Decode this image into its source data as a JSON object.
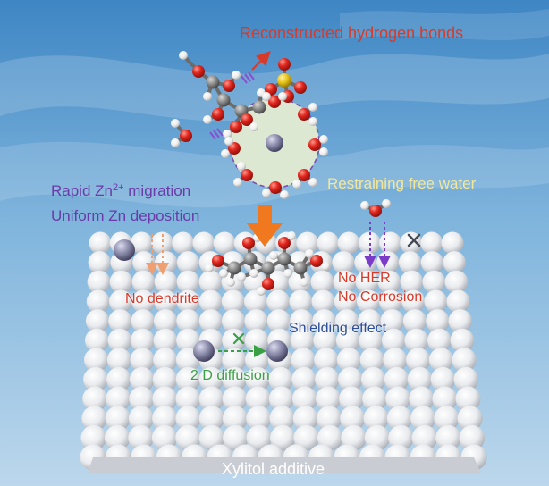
{
  "labels": {
    "hydrogen_bonds": "Reconstructed hydrogen bonds",
    "rapid_pre": "Rapid Zn",
    "rapid_sup": "2+",
    "rapid_post": " migration",
    "uniform": "Uniform Zn deposition",
    "restraining": "Restraining free water",
    "no_dendrite": "No dendrite",
    "no_her": "No HER",
    "no_corrosion": "No Corrosion",
    "shielding": "Shielding effect",
    "diffusion": "2 D diffusion",
    "xylitol": "Xylitol additive"
  },
  "colors": {
    "red_text": "#d83a2a",
    "purple_text": "#6a3aa8",
    "yellow_text": "#f3e79a",
    "blue_text": "#2d4e9a",
    "green_text": "#3aa045",
    "white_text": "#ffffff",
    "orange_arrow": "#f0781e",
    "oxygen": "#e0261e",
    "hydrogen": "#f4f4f4",
    "carbon": "#8a8a8a",
    "sulfur": "#e6c318",
    "zinc": "#8888a8",
    "sky": "#3e86c4"
  }
}
